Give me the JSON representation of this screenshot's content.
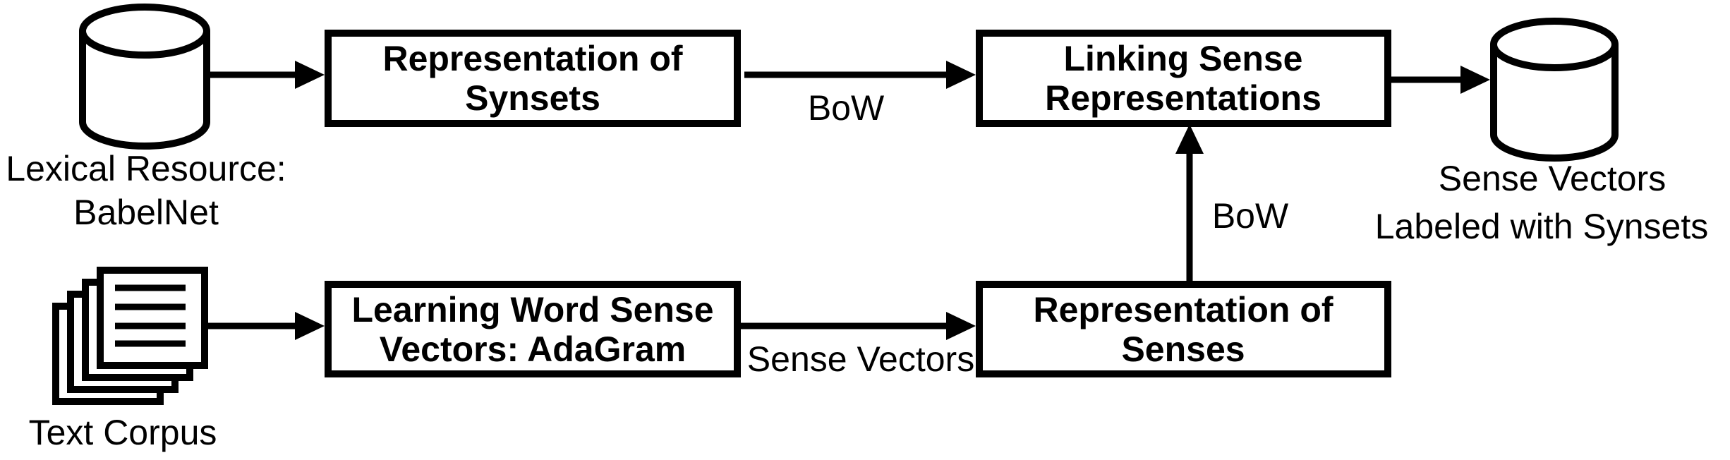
{
  "colors": {
    "background": "#ffffff",
    "stroke": "#000000",
    "text": "#000000"
  },
  "nodes": {
    "lexical_resource": {
      "shape": "database-cylinder",
      "label_line1": "Lexical Resource:",
      "label_line2": "BabelNet"
    },
    "text_corpus": {
      "shape": "document-stack",
      "label": "Text Corpus"
    },
    "representation_of_synsets": {
      "shape": "box",
      "line1": "Representation of",
      "line2": "Synsets"
    },
    "linking_sense_representations": {
      "shape": "box",
      "line1": "Linking Sense",
      "line2": "Representations"
    },
    "learning_word_sense_vectors": {
      "shape": "box",
      "line1": "Learning Word Sense",
      "line2": "Vectors: AdaGram"
    },
    "representation_of_senses": {
      "shape": "box",
      "line1": "Representation of",
      "line2": "Senses"
    },
    "sense_vectors_labeled": {
      "shape": "database-cylinder",
      "label_line1": "Sense Vectors",
      "label_line2": "Labeled with Synsets"
    }
  },
  "edges": {
    "resource_to_synsets": {
      "from": "lexical_resource",
      "to": "representation_of_synsets",
      "label": ""
    },
    "synsets_to_linking": {
      "from": "representation_of_synsets",
      "to": "linking_sense_representations",
      "label": "BoW"
    },
    "linking_to_output": {
      "from": "linking_sense_representations",
      "to": "sense_vectors_labeled",
      "label": ""
    },
    "corpus_to_adagram": {
      "from": "text_corpus",
      "to": "learning_word_sense_vectors",
      "label": ""
    },
    "adagram_to_senses": {
      "from": "learning_word_sense_vectors",
      "to": "representation_of_senses",
      "label": "Sense Vectors"
    },
    "senses_to_linking": {
      "from": "representation_of_senses",
      "to": "linking_sense_representations",
      "label": "BoW"
    }
  }
}
